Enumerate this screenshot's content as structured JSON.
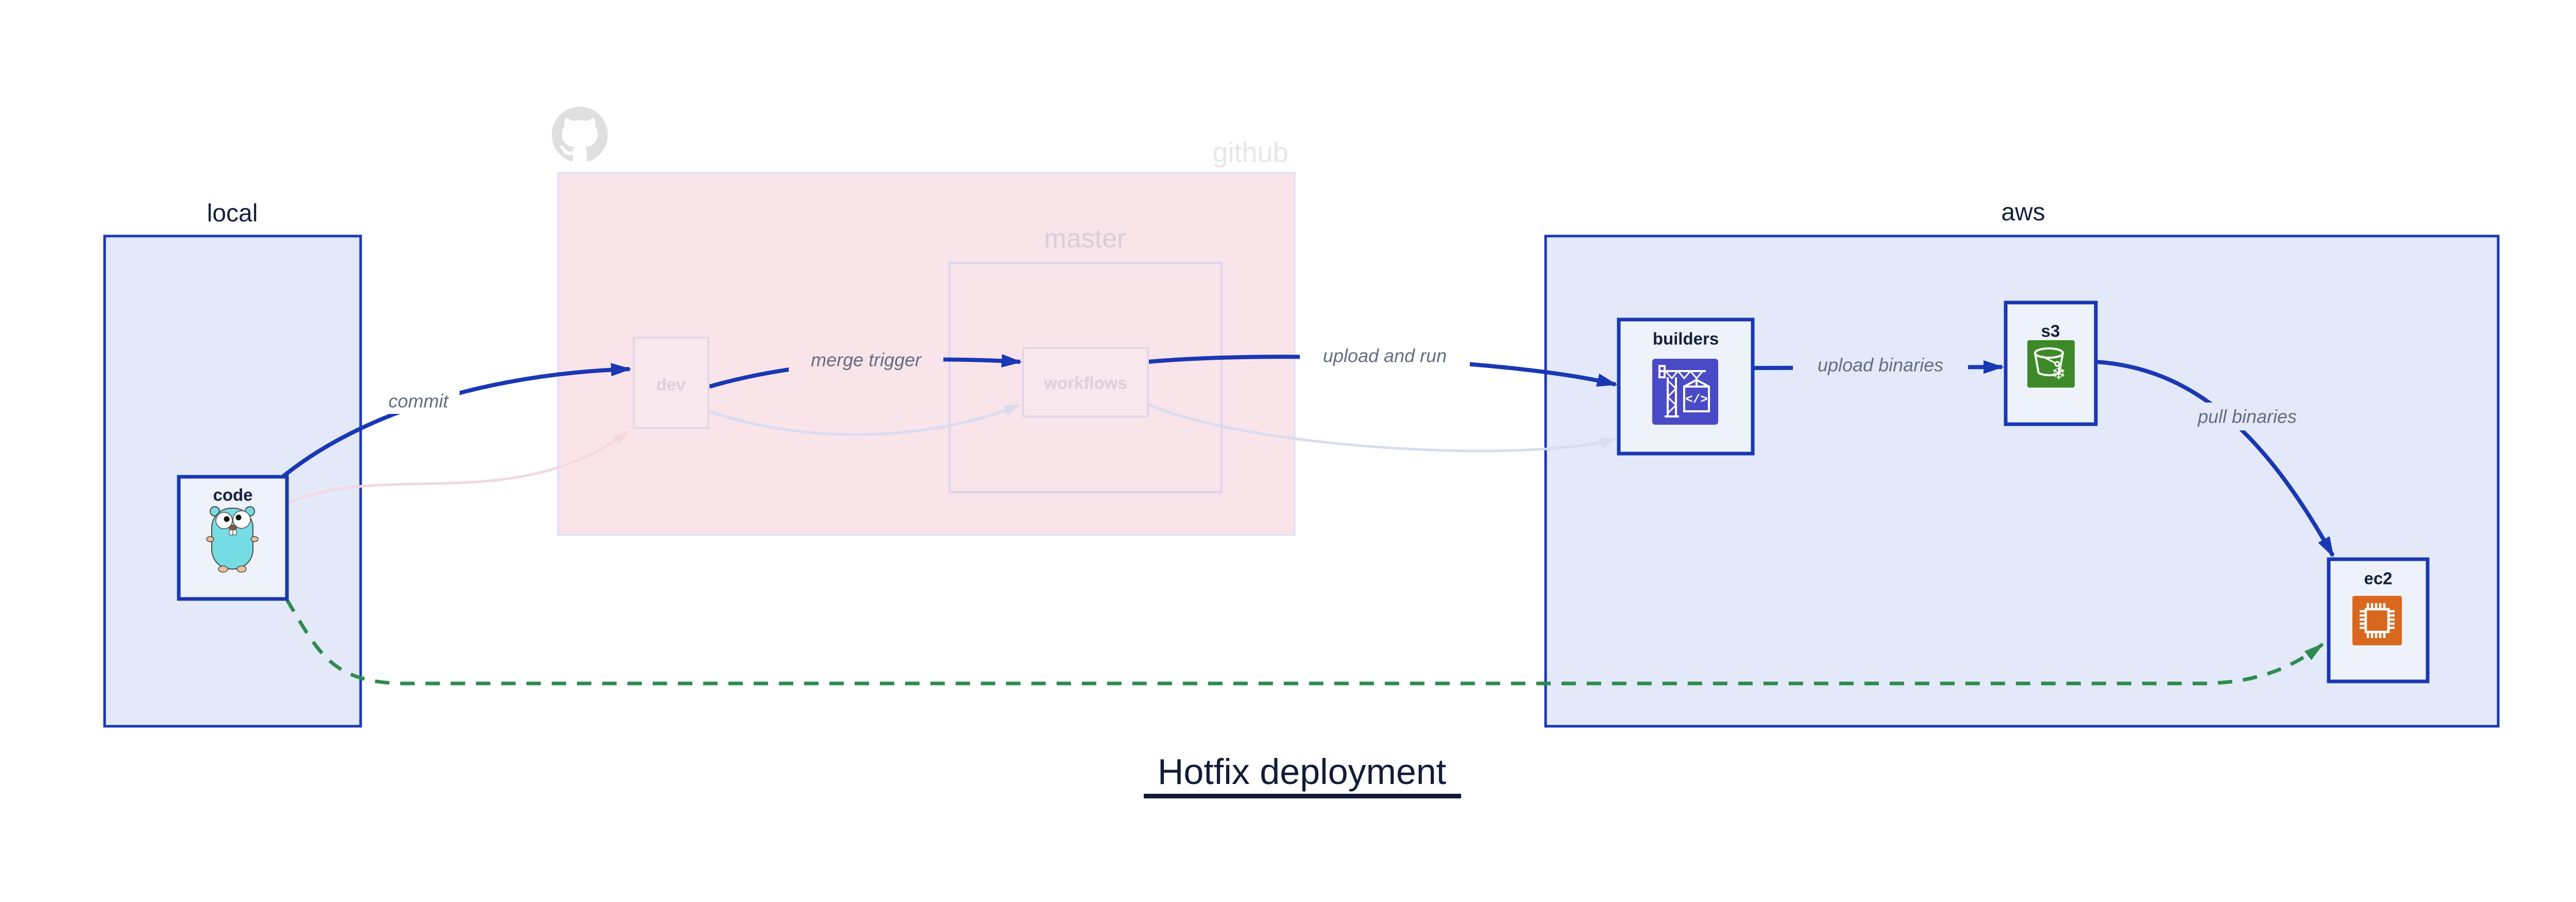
{
  "title": {
    "text": "Hotfix deployment"
  },
  "groups": {
    "local": {
      "label": "local"
    },
    "github": {
      "label": "github"
    },
    "master": {
      "label": "master"
    },
    "aws": {
      "label": "aws"
    }
  },
  "nodes": {
    "code": {
      "label": "code"
    },
    "dev": {
      "label": "dev"
    },
    "workflows": {
      "label": "workflows"
    },
    "builders": {
      "label": "builders"
    },
    "s3": {
      "label": "s3"
    },
    "ec2": {
      "label": "ec2"
    }
  },
  "edge_labels": {
    "commit": "commit",
    "merge_trigger": "merge trigger",
    "upload_and_run": "upload and run",
    "upload_binaries": "upload binaries",
    "pull_binaries": "pull binaries"
  },
  "icons": {
    "codebuild_glyph": "</>",
    "glacier_glyph": "❄"
  },
  "colors": {
    "accent_blue": "#1a38b4",
    "group_fill": "#e3e9f8",
    "node_fill": "#eef2fb",
    "github_pink_fill": "#f9e4ea",
    "github_border": "#dce0f4",
    "faded_lavender_edge": "#d8dcf0",
    "faded_pink_edge": "#f3d8e0",
    "hotfix_green": "#2e8b4f",
    "edge_label_gray": "#646e80",
    "navy_text": "#16213d",
    "codebuild_indigo": "#4b4ac6",
    "s3_glacier_green": "#3e8a28",
    "ec2_orange": "#d9671d",
    "octocat_gray": "#dfdfdf"
  }
}
